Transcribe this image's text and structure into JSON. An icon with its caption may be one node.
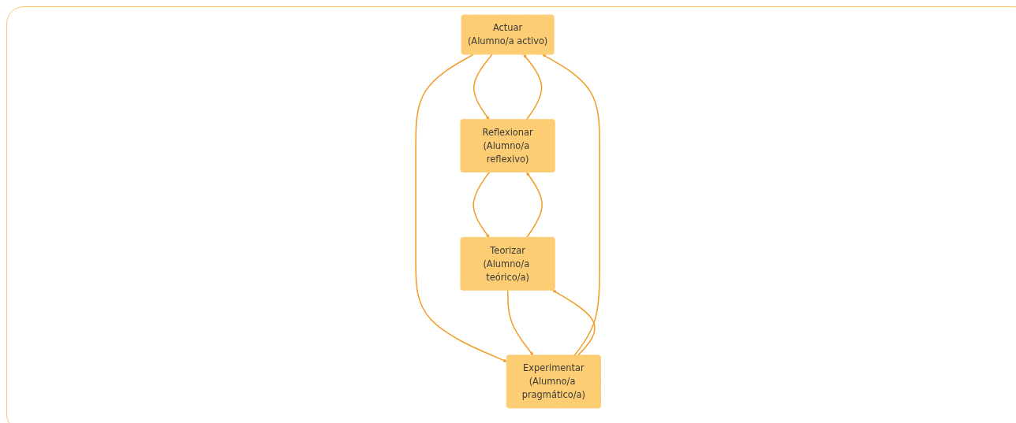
{
  "diagram": {
    "nodes": [
      {
        "text": [
          "Actuar",
          "(Alumno/a activo)"
        ]
      },
      {
        "text": [
          "Reflexionar",
          "(Alumno/a reflexivo)"
        ]
      },
      {
        "text": [
          "Experimentar",
          "(Alumno/a pragmático/a)"
        ]
      },
      {
        "text": [
          "Teorizar",
          "(Alumno/a teórico/a)"
        ]
      }
    ],
    "edges": [
      {
        "from": 0,
        "to": 1,
        "arrow": "to"
      },
      {
        "from": 1,
        "to": 0,
        "arrow": "to"
      },
      {
        "from": 2,
        "to": 0,
        "arrow": "to"
      },
      {
        "from": 0,
        "to": 2,
        "arrow": "to"
      },
      {
        "from": 1,
        "to": 3,
        "arrow": "to"
      },
      {
        "from": 3,
        "to": 1,
        "arrow": "to"
      },
      {
        "from": 2,
        "to": 3,
        "arrow": "to"
      },
      {
        "from": 3,
        "to": 2,
        "arrow": "to"
      }
    ]
  }
}
